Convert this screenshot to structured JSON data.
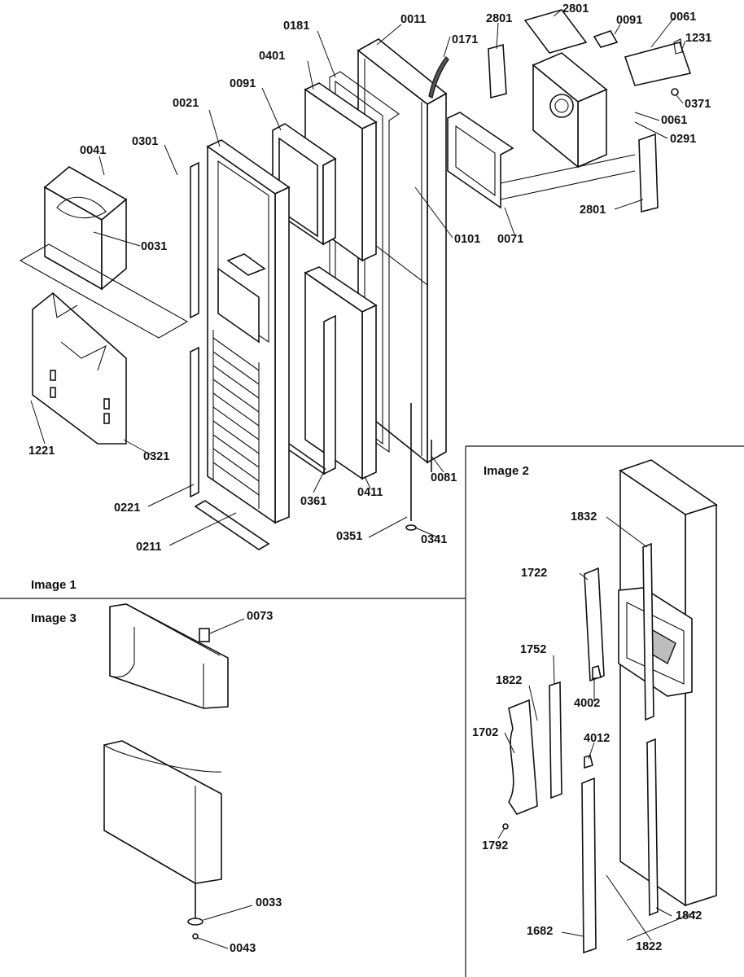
{
  "panels": {
    "image1": "Image 1",
    "image2": "Image 2",
    "image3": "Image 3"
  },
  "callouts": {
    "c0011": "0011",
    "c0181": "0181",
    "c0171": "0171",
    "c2801a": "2801",
    "c2801b": "2801",
    "c0091a": "0091",
    "c0061a": "0061",
    "c1231": "1231",
    "c0401": "0401",
    "c0091b": "0091",
    "c0371": "0371",
    "c0021": "0021",
    "c0061b": "0061",
    "c0291": "0291",
    "c0041": "0041",
    "c0301": "0301",
    "c0031": "0031",
    "c0101": "0101",
    "c0071": "0071",
    "c2801c": "2801",
    "c1221": "1221",
    "c0321": "0321",
    "c0081": "0081",
    "c0221": "0221",
    "c0361": "0361",
    "c0411": "0411",
    "c0211": "0211",
    "c0351": "0351",
    "c0341": "0341",
    "c1832": "1832",
    "c1722": "1722",
    "c1752": "1752",
    "c1822a": "1822",
    "c4002": "4002",
    "c1702": "1702",
    "c4012": "4012",
    "c1792": "1792",
    "c1682": "1682",
    "c1822b": "1822",
    "c1842": "1842",
    "c0073": "0073",
    "c0033": "0033",
    "c0043": "0043"
  }
}
